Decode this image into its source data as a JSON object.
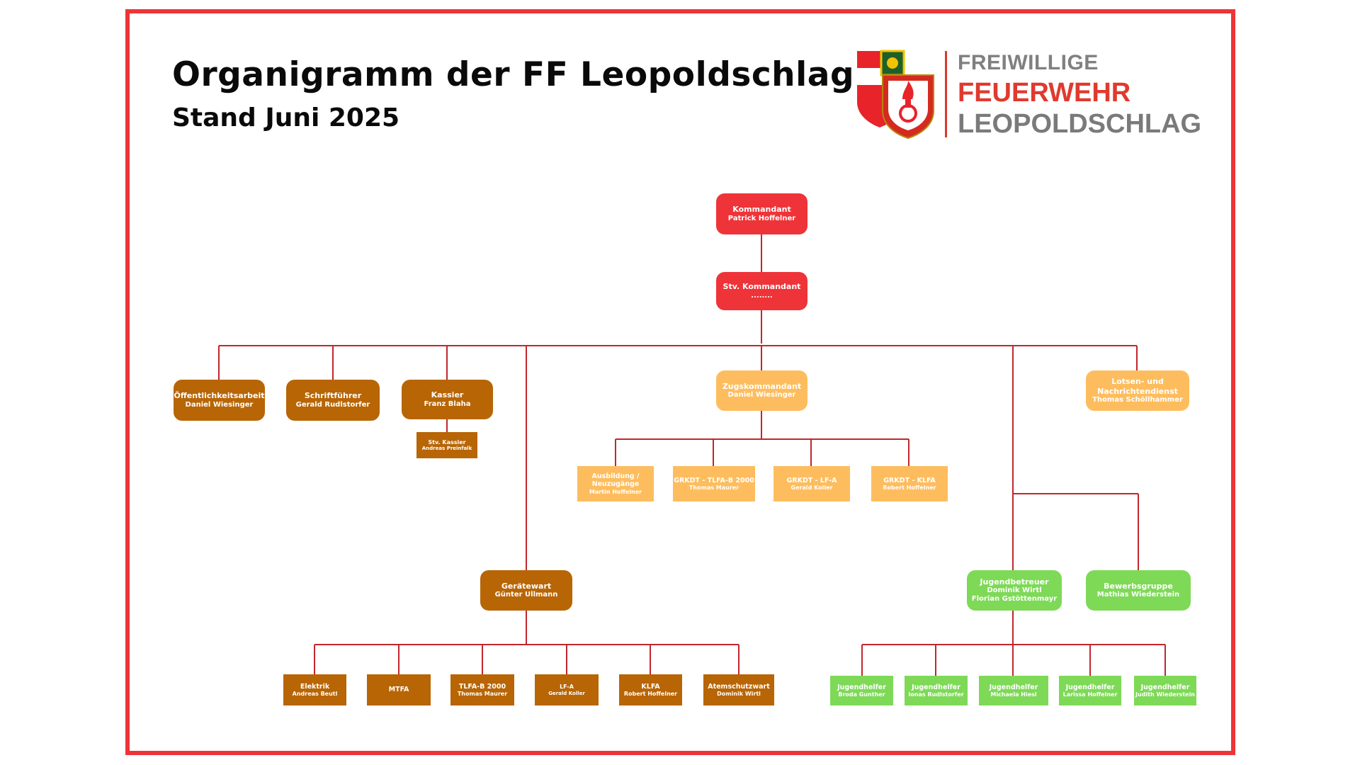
{
  "header": {
    "title": "Organigramm der FF Leopoldschlag",
    "subtitle": "Stand Juni 2025"
  },
  "logo": {
    "line1": "FREIWILLIGE",
    "line2": "FEUERWEHR",
    "line3": "LEOPOLDSCHLAG"
  },
  "colors": {
    "frame": "#ee3438",
    "leadership": "#ee3438",
    "staff": "#b86505",
    "platoon": "#fdbd5e",
    "youth": "#7ed957",
    "connector": "#c0272d"
  },
  "nodes": {
    "kommandant": {
      "role": "Kommandant",
      "name": "Patrick Hoffelner"
    },
    "stv_kommandant": {
      "role": "Stv. Kommandant",
      "name": "........"
    },
    "oeffentlichkeit": {
      "role": "Öffentlichkeitsarbeit",
      "name": "Daniel Wiesinger"
    },
    "schriftfuehrer": {
      "role": "Schriftführer",
      "name": "Gerald Rudlstorfer"
    },
    "kassier": {
      "role": "Kassier",
      "name": "Franz Blaha"
    },
    "stv_kassier": {
      "role": "Stv. Kassier",
      "name": "Andreas Preinfalk"
    },
    "zugskommandant": {
      "role": "Zugskommandant",
      "name": "Daniel Wiesinger"
    },
    "lotsen": {
      "role": "Lotsen- und Nachrichtendienst",
      "role_line1": "Lotsen- und",
      "role_line2": "Nachrichtendienst",
      "name": "Thomas Schöllhammer"
    },
    "ausbildung": {
      "role_line1": "Ausbildung /",
      "role_line2": "Neuzugänge",
      "name": "Martin Hoffelner"
    },
    "grkdt_tlfa": {
      "role": "GRKDT - TLFA-B 2000",
      "name": "Thomas Maurer"
    },
    "grkdt_lfa": {
      "role": "GRKDT - LF-A",
      "name": "Gerald Koller"
    },
    "grkdt_klfa": {
      "role": "GRKDT - KLFA",
      "name": "Robert Hoffelner"
    },
    "geraetewart": {
      "role": "Gerätewart",
      "name": "Günter Ullmann"
    },
    "elektrik": {
      "role": "Elektrik",
      "name": "Andreas Beutl"
    },
    "mtfa": {
      "role": "MTFA",
      "name": ""
    },
    "tlfa": {
      "role": "TLFA-B 2000",
      "name": "Thomas Maurer"
    },
    "lfa": {
      "role": "LF-A",
      "name": "Gerald Koller"
    },
    "klfa": {
      "role": "KLFA",
      "name": "Robert Hoffelner"
    },
    "atemschutz": {
      "role": "Atemschutzwart",
      "name": "Dominik Wirtl"
    },
    "jugendbetreuer": {
      "role": "Jugendbetreuer",
      "name": "Dominik Wirtl",
      "name2": "Florian Gstöttenmayr"
    },
    "bewerbsgruppe": {
      "role": "Bewerbsgruppe",
      "name": "Mathias Wiederstein"
    },
    "jh1": {
      "role": "Jugendhelfer",
      "name": "Broda Gunther"
    },
    "jh2": {
      "role": "Jugendhelfer",
      "name": "Ionas Rudlstorfer"
    },
    "jh3": {
      "role": "Jugendhelfer",
      "name": "Michaela Hiesl"
    },
    "jh4": {
      "role": "Jugendhelfer",
      "name": "Larissa Hoffelner"
    },
    "jh5": {
      "role": "Jugendhelfer",
      "name": "Judith Wiederstein"
    }
  }
}
